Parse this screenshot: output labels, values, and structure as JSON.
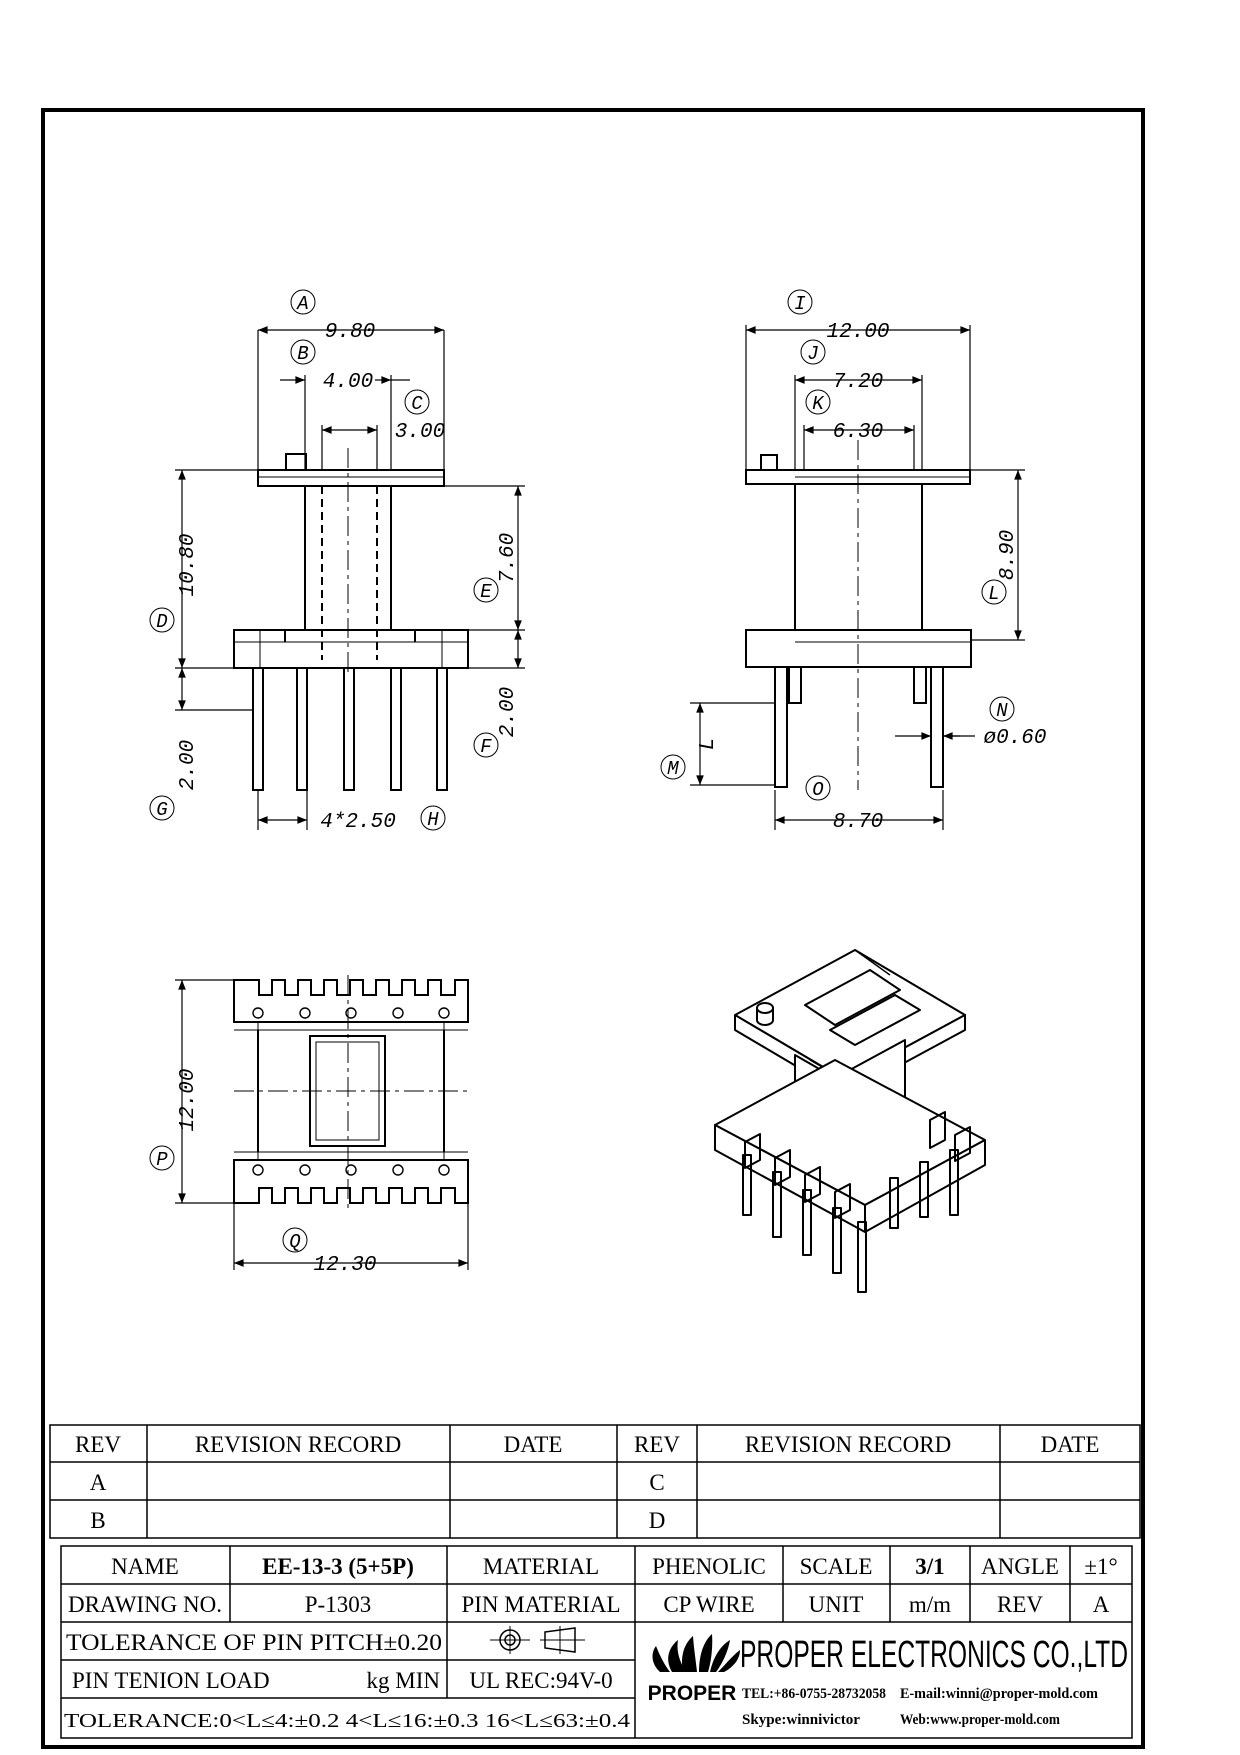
{
  "view_front": {
    "dims": {
      "A": "9.80",
      "B": "4.00",
      "C": "3.00",
      "D": "10.80",
      "E": "7.60",
      "F": "2.00",
      "G": "2.00",
      "H": "4*2.50"
    }
  },
  "view_side": {
    "dims": {
      "I": "12.00",
      "J": "7.20",
      "K": "6.30",
      "L": "8.90",
      "M": "L",
      "N": "ø0.60",
      "O": "8.70"
    }
  },
  "view_top": {
    "dims": {
      "P": "12.00",
      "Q": "12.30"
    }
  },
  "revision_table": {
    "headers": [
      "REV",
      "REVISION RECORD",
      "DATE",
      "REV",
      "REVISION RECORD",
      "DATE"
    ],
    "rows": [
      {
        "rev_left": "A",
        "rev_right": "C"
      },
      {
        "rev_left": "B",
        "rev_right": "D"
      }
    ]
  },
  "title_block": {
    "name_label": "NAME",
    "name_value": "EE-13-3 (5+5P)",
    "material_label": "MATERIAL",
    "material_value": "PHENOLIC",
    "scale_label": "SCALE",
    "scale_value": "3/1",
    "angle_label": "ANGLE",
    "angle_value": "±1°",
    "drawing_no_label": "DRAWING NO.",
    "drawing_no_value": "P-1303",
    "pin_material_label": "PIN MATERIAL",
    "pin_material_value": "CP WIRE",
    "unit_label": "UNIT",
    "unit_value": "m/m",
    "rev_label": "REV",
    "rev_value": "A",
    "tolerance_pitch": "TOLERANCE OF PIN PITCH±0.20",
    "pin_tension_label": "PIN TENION LOAD",
    "pin_tension_unit": "kg MIN",
    "ul_rec": "UL REC:94V-0",
    "tolerance_general": "TOLERANCE:0<L≤4:±0.2  4<L≤16:±0.3  16<L≤63:±0.4",
    "company": "PROPER ELECTRONICS CO.,LTD",
    "brand": "PROPER",
    "tel": "TEL:+86-0755-28732058",
    "email": "E-mail:winni@proper-mold.com",
    "skype": "Skype:winnivictor",
    "web": "Web:www.proper-mold.com"
  }
}
